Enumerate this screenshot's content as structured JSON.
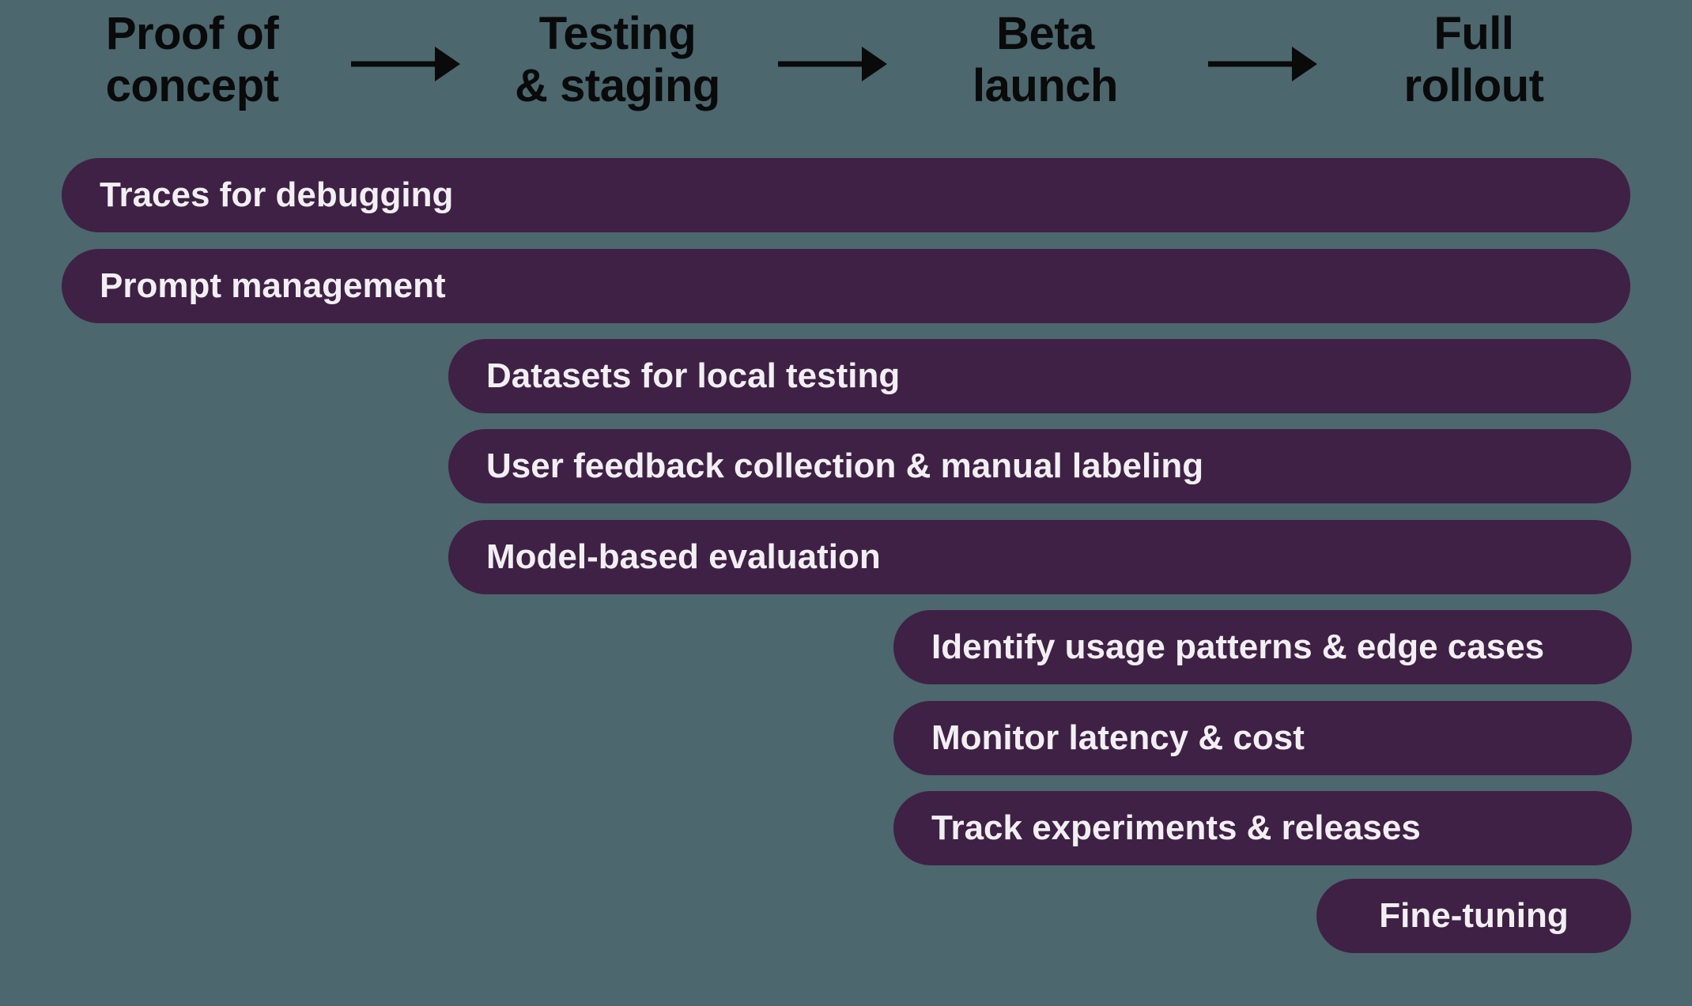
{
  "diagram": {
    "phases": [
      {
        "line1": "Proof of",
        "line2": "concept"
      },
      {
        "line1": "Testing",
        "line2": "& staging"
      },
      {
        "line1": "Beta",
        "line2": "launch"
      },
      {
        "line1": "Full",
        "line2": "rollout"
      }
    ],
    "bars": [
      {
        "label": "Traces for debugging",
        "start_phase": "Proof of concept",
        "end_phase": "Full rollout"
      },
      {
        "label": "Prompt management",
        "start_phase": "Proof of concept",
        "end_phase": "Full rollout"
      },
      {
        "label": "Datasets for local testing",
        "start_phase": "Testing & staging",
        "end_phase": "Full rollout"
      },
      {
        "label": "User feedback collection & manual labeling",
        "start_phase": "Testing & staging",
        "end_phase": "Full rollout"
      },
      {
        "label": "Model-based evaluation",
        "start_phase": "Testing & staging",
        "end_phase": "Full rollout"
      },
      {
        "label": "Identify usage patterns & edge cases",
        "start_phase": "Beta launch",
        "end_phase": "Full rollout"
      },
      {
        "label": "Monitor latency & cost",
        "start_phase": "Beta launch",
        "end_phase": "Full rollout"
      },
      {
        "label": "Track experiments & releases",
        "start_phase": "Beta launch",
        "end_phase": "Full rollout"
      },
      {
        "label": "Fine-tuning",
        "start_phase": "Full rollout",
        "end_phase": "Full rollout"
      }
    ],
    "colors": {
      "background": "#4C676E",
      "bar_fill": "#3F2145",
      "bar_text": "#F2EFF3",
      "header_text": "#0A0A0A",
      "arrow": "#0A0A0A"
    }
  }
}
